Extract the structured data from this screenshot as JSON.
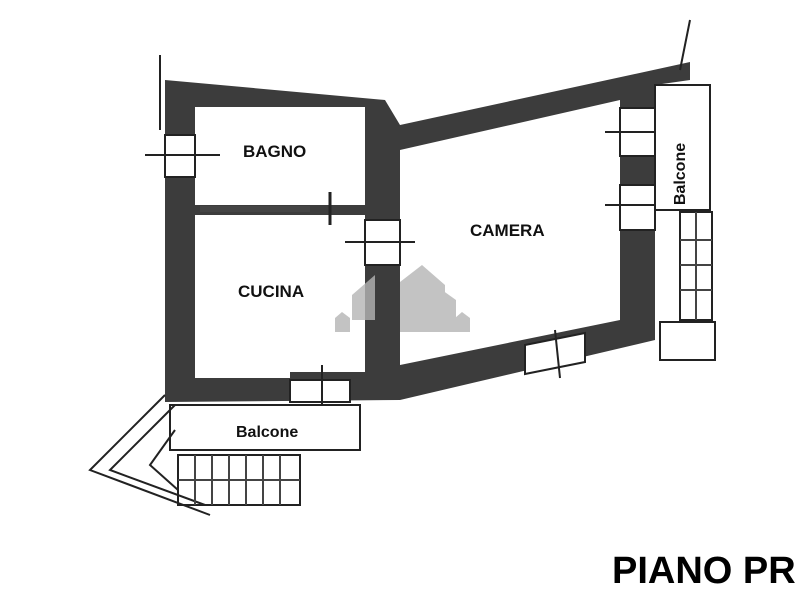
{
  "rooms": {
    "bagno": "BAGNO",
    "cucina": "CUCINA",
    "camera": "CAMERA",
    "balcone_right": "Balcone",
    "balcone_bottom": "Balcone"
  },
  "floor_title": "PIANO PR",
  "colors": {
    "wall": "#3a3a3a",
    "line": "#222222",
    "watermark": "#b5b5b5"
  }
}
